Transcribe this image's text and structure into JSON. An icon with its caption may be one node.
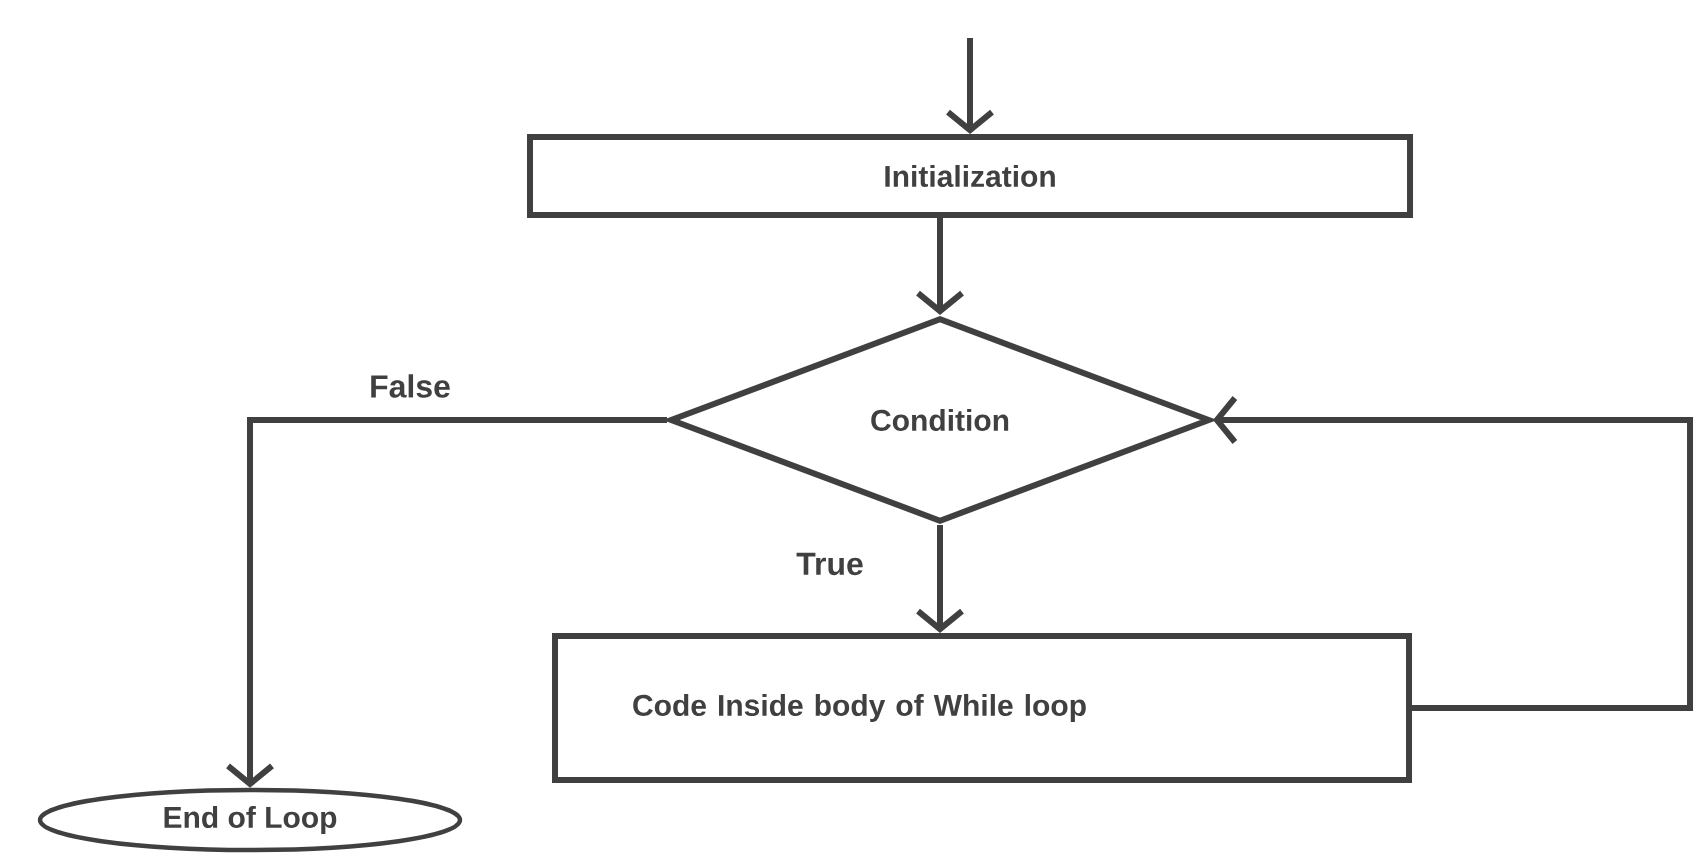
{
  "diagram": {
    "nodes": [
      {
        "text": [
          "Initialization"
        ]
      },
      {
        "text": [
          "Condition"
        ]
      },
      {
        "text": [
          "Code Inside body of While loop"
        ]
      },
      {
        "text": [
          "End of Loop"
        ]
      }
    ],
    "edges": [
      {
        "from": null,
        "to": 0,
        "arrow": "to"
      },
      {
        "from": 0,
        "to": 1,
        "arrow": "to"
      },
      {
        "from": 1,
        "to": 3,
        "arrow": "to",
        "label": "False"
      },
      {
        "from": 1,
        "to": 2,
        "arrow": "to",
        "label": "True"
      },
      {
        "from": 2,
        "to": 1,
        "arrow": "to"
      }
    ]
  }
}
